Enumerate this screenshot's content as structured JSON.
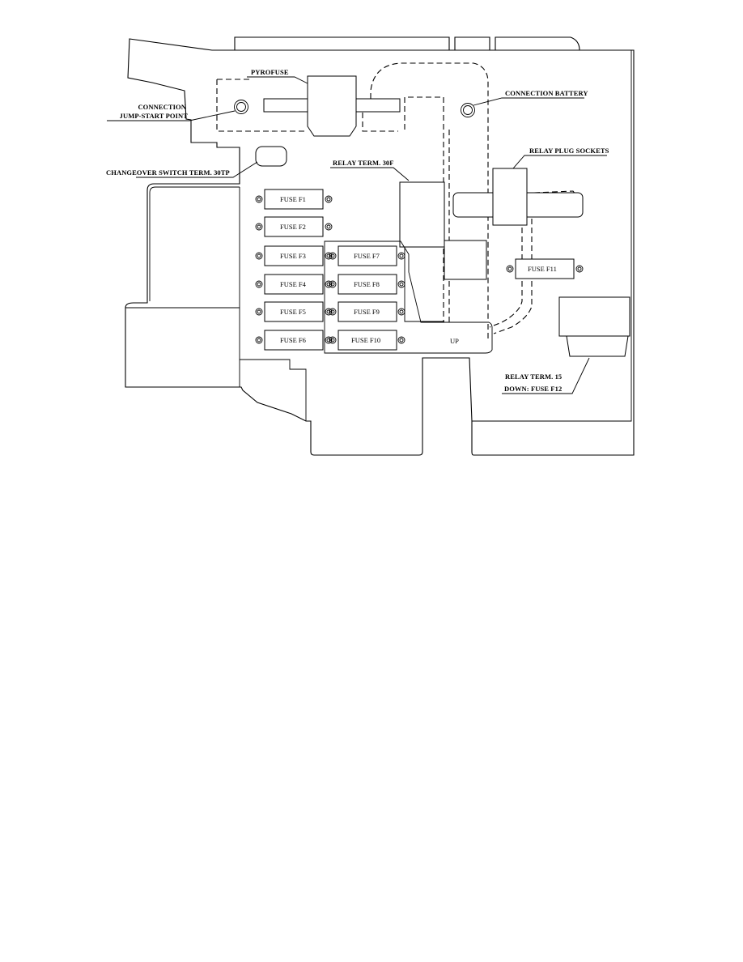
{
  "labels": {
    "pyrofuse": "PYROFUSE",
    "connection_jump_start_1": "CONNECTION",
    "connection_jump_start_2": "JUMP-START POINT",
    "connection_battery": "CONNECTION BATTERY",
    "changeover_switch": "CHANGEOVER SWITCH TERM. 30TP",
    "relay_term_30f": "RELAY TERM. 30F",
    "relay_plug_sockets": "RELAY PLUG SOCKETS",
    "relay_term_15_1": "RELAY TERM. 15",
    "relay_term_15_2": "DOWN: FUSE F12",
    "up": "UP"
  },
  "fuses": {
    "f1": "FUSE F1",
    "f2": "FUSE F2",
    "f3": "FUSE F3",
    "f4": "FUSE F4",
    "f5": "FUSE F5",
    "f6": "FUSE F6",
    "f7": "FUSE F7",
    "f8": "FUSE F8",
    "f9": "FUSE F9",
    "f10": "FUSE F10",
    "f11": "FUSE F11"
  }
}
